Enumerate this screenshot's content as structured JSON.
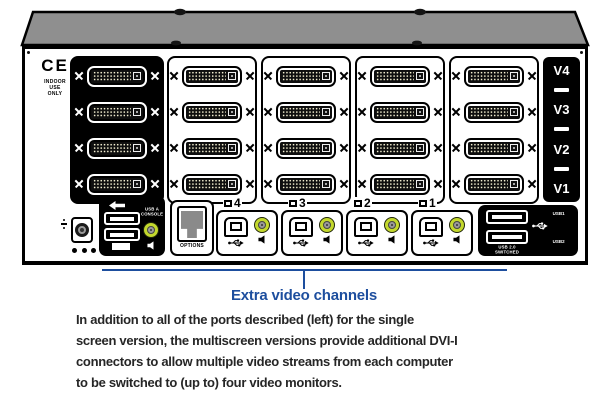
{
  "device": {
    "ce_mark": "CE",
    "ce_note_lines": [
      "INDOOR",
      "USE",
      "ONLY"
    ],
    "video_channel_labels": [
      "V4",
      "V3",
      "V2",
      "V1"
    ],
    "console_label_lines": [
      "USB A",
      "CONSOLE"
    ],
    "options_label": "OPTIONS",
    "computer_sections": [
      {
        "number": "4"
      },
      {
        "number": "3"
      },
      {
        "number": "2"
      },
      {
        "number": "1"
      }
    ],
    "usb_panel": {
      "port_labels": [
        "USB1",
        "USB2"
      ],
      "note_lines": [
        "USB 2.0",
        "SWITCHED"
      ]
    }
  },
  "caption": {
    "title": "Extra video channels",
    "body_lines": [
      "In addition to all of the ports described (left) for the single",
      "screen version, the multiscreen versions provide additional DVI-I",
      "connectors to allow multiple video streams from each computer",
      "to be switched to (up to) four video monitors."
    ]
  },
  "colors": {
    "accent_blue": "#1d4e9e",
    "jack_green": "#c3d82d",
    "case_gray": "#8f8f8f"
  }
}
